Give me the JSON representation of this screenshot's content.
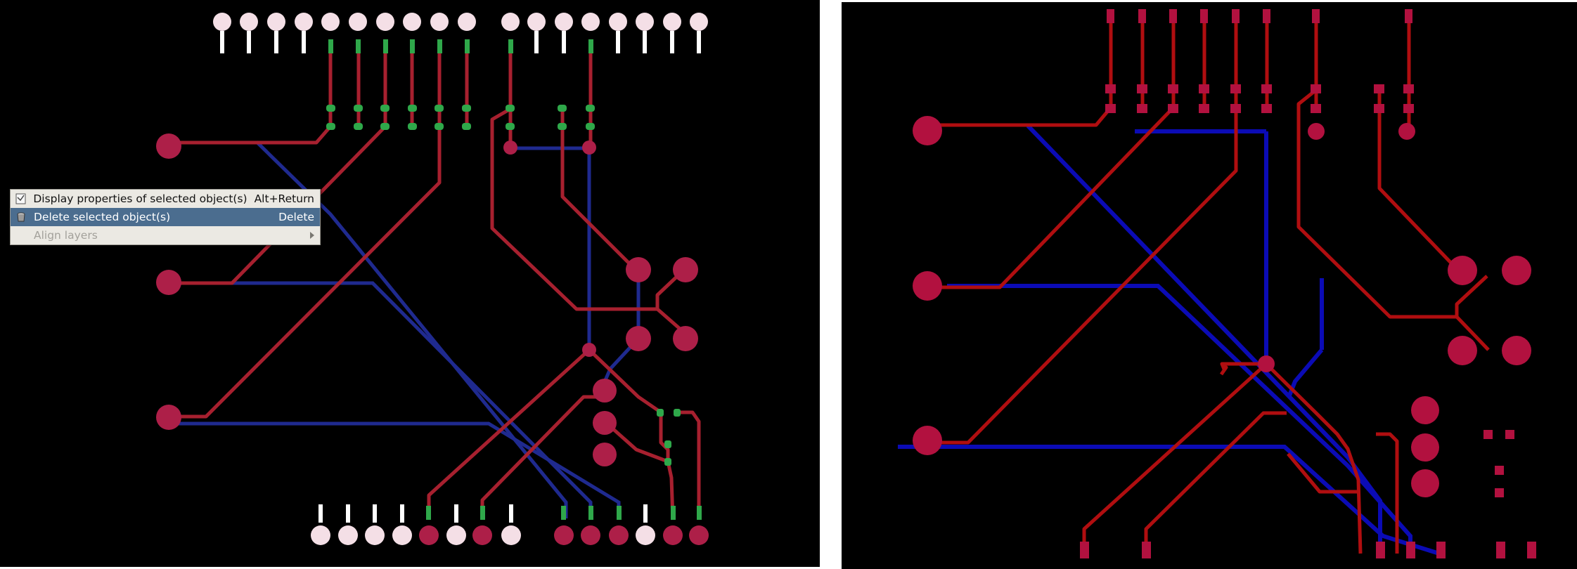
{
  "context_menu": {
    "items": [
      {
        "label": "Display properties of selected object(s)",
        "shortcut": "Alt+Return",
        "icon": "properties-icon",
        "state": "normal"
      },
      {
        "label": "Delete selected object(s)",
        "shortcut": "Delete",
        "icon": "trash-icon",
        "state": "selected"
      },
      {
        "label": "Align layers",
        "shortcut": "",
        "icon": "",
        "state": "disabled"
      }
    ]
  },
  "colors": {
    "canvas_background": "#000000",
    "trace_red": "#a7202f",
    "trace_blue": "#1f2a8f",
    "pad_red": "#ad1f48",
    "pad_white": "#f4dfe6",
    "pad_green": "#2fa84a",
    "right_trace_red": "#b00e10",
    "right_trace_blue": "#0b0bb5",
    "right_pad": "#b2113f",
    "menu_highlight": "#4b6d8f"
  }
}
